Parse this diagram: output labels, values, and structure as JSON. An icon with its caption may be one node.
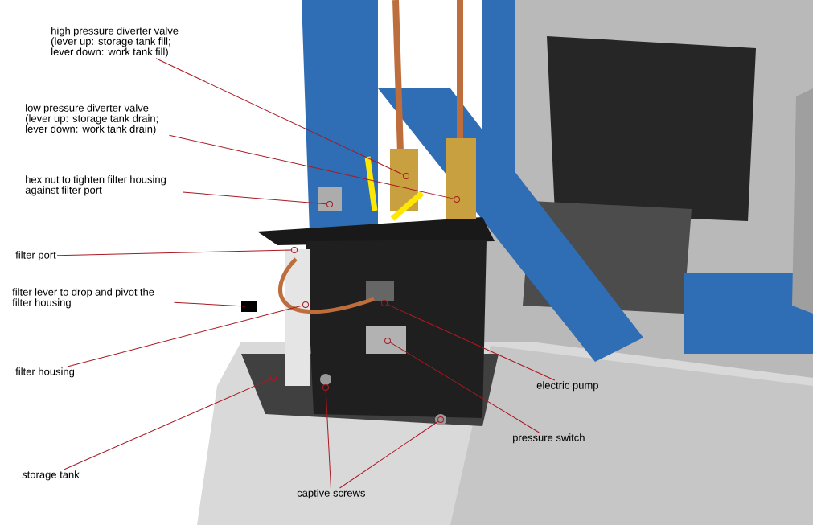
{
  "diagram": {
    "nodes": [
      {
        "text": [
          "high pressure diverter valve (lever up: storage tank fill; lever down: work tank fill)"
        ]
      },
      {
        "text": [
          "low pressure diverter valve (lever up: storage tank drain; lever down: work tank drain)"
        ]
      },
      {
        "text": [
          "hex nut to tighten filter housing against filter port"
        ]
      },
      {
        "text": [
          "filter port"
        ]
      },
      {
        "text": [
          "filter lever to drop and pivot the filter housing"
        ]
      },
      {
        "text": [
          "filter housing"
        ]
      },
      {
        "text": [
          "storage tank"
        ]
      },
      {
        "text": [
          "electric pump"
        ]
      },
      {
        "text": [
          "pressure switch"
        ]
      },
      {
        "text": [
          "captive screws"
        ]
      },
      {
        "text": [],
        "shape": "circle"
      },
      {
        "text": [],
        "shape": "circle"
      },
      {
        "text": [],
        "shape": "circle"
      },
      {
        "text": [],
        "shape": "circle"
      },
      {
        "text": [],
        "shape": "circle"
      },
      {
        "text": [],
        "shape": "circle"
      },
      {
        "text": [],
        "shape": "circle"
      },
      {
        "text": [],
        "shape": "circle"
      },
      {
        "text": [],
        "shape": "circle"
      },
      {
        "text": [],
        "shape": "circle"
      }
    ],
    "edges": [
      {
        "from": 0,
        "to": 10,
        "arrow": "none"
      },
      {
        "from": 1,
        "to": 11,
        "arrow": "none"
      },
      {
        "from": 2,
        "to": 12,
        "arrow": "none"
      },
      {
        "from": 3,
        "to": 13,
        "arrow": "none"
      },
      {
        "from": 4,
        "to": null,
        "arrow": "none"
      },
      {
        "from": 5,
        "to": 15,
        "arrow": "none"
      },
      {
        "from": 6,
        "to": 17,
        "arrow": "none"
      },
      {
        "from": 7,
        "to": 14,
        "arrow": "none"
      },
      {
        "from": 8,
        "to": 16,
        "arrow": "none"
      },
      {
        "from": 9,
        "to": 18,
        "arrow": "none"
      },
      {
        "from": 9,
        "to": 19,
        "arrow": "none"
      }
    ]
  }
}
